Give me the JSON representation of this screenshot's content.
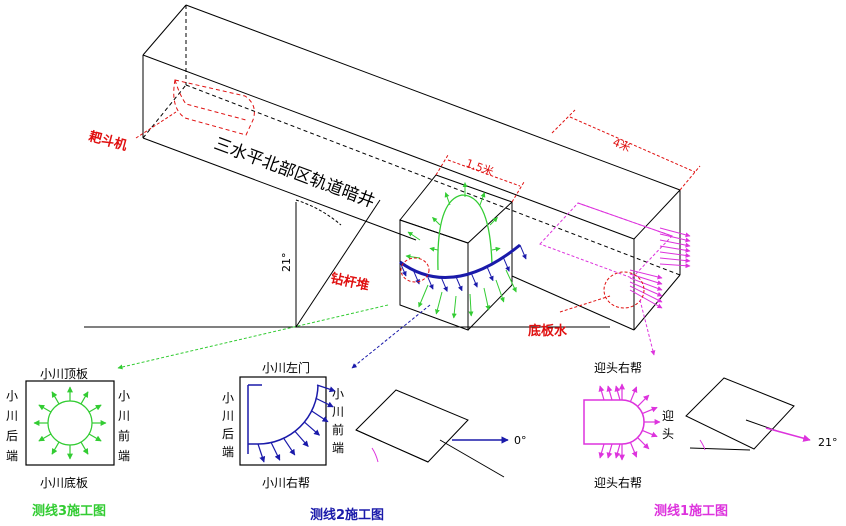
{
  "labels": {
    "tunnel_name": "三水平北部区轨道暗井",
    "bazhuji": "耙斗机",
    "zuganzhui": "钻杆堆",
    "dibanshui": "底板水",
    "width_15m": "1.5米",
    "width_4m": "4米",
    "angle_21": "21°"
  },
  "panel3": {
    "top": "小川顶板",
    "left": [
      "小",
      "川",
      "后",
      "端"
    ],
    "right": [
      "小",
      "川",
      "前",
      "端"
    ],
    "bottom": "小川底板",
    "title": "测线3施工图",
    "color": "#33cc33"
  },
  "panel2": {
    "top": "小川左门",
    "left": [
      "小",
      "川",
      "后",
      "端"
    ],
    "right": [
      "小",
      "川",
      "前",
      "端"
    ],
    "bottom": "小川右帮",
    "angle": "0°",
    "title": "测线2施工图",
    "color": "#1a1aaa"
  },
  "panel1": {
    "top": "迎头右帮",
    "right": [
      "迎",
      "头"
    ],
    "bottom": "迎头右帮",
    "angle": "21°",
    "title": "测线1施工图",
    "color": "#dd33dd"
  },
  "colors": {
    "red": "#e01010",
    "green": "#33cc33",
    "blue": "#1a1aaa",
    "magenta": "#dd33dd",
    "black": "#000000"
  }
}
